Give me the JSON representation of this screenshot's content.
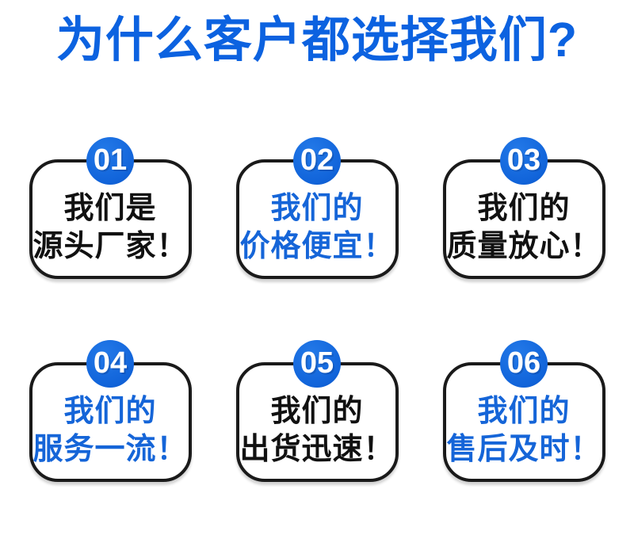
{
  "title": {
    "text": "为什么客户都选择我们?"
  },
  "cards": [
    {
      "number": "01",
      "lines": [
        "我们是",
        "源头厂家！"
      ],
      "text_color": "black"
    },
    {
      "number": "02",
      "lines": [
        "我们的",
        "价格便宜！"
      ],
      "text_color": "blue"
    },
    {
      "number": "03",
      "lines": [
        "我们的",
        "质量放心！"
      ],
      "text_color": "black"
    },
    {
      "number": "04",
      "lines": [
        "我们的",
        "服务一流！"
      ],
      "text_color": "blue"
    },
    {
      "number": "05",
      "lines": [
        "我们的",
        "出货迅速！"
      ],
      "text_color": "black"
    },
    {
      "number": "06",
      "lines": [
        "我们的",
        "售后及时！"
      ],
      "text_color": "blue"
    }
  ],
  "colors": {
    "accent_blue": "#0c62e0",
    "badge_blue": "#1164da",
    "badge_blue_light": "#2379e8",
    "badge_blue_dark": "#0b55c4",
    "blue_text": "#1565d8",
    "black_text": "#111111",
    "card_border": "#1a1a1a",
    "background": "#ffffff"
  }
}
